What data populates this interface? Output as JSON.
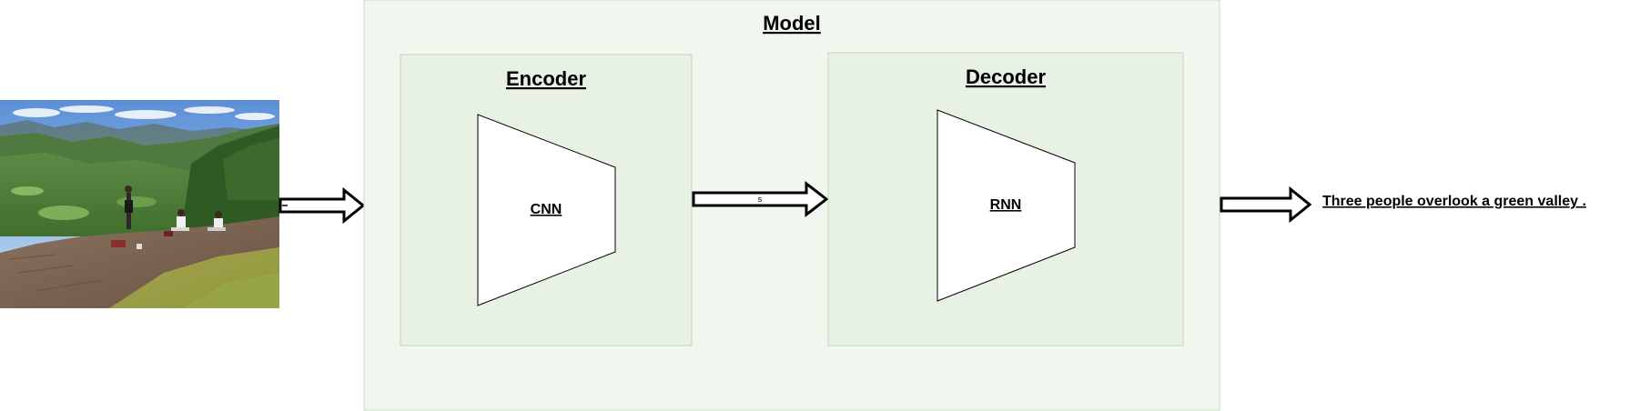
{
  "model": {
    "title": "Model",
    "fill": "#f1f7ef",
    "stroke": "#c8dcc0"
  },
  "encoder": {
    "title": "Encoder",
    "network_label": "CNN",
    "fill": "#e8f2e4",
    "stroke": "#c3d9b9"
  },
  "decoder": {
    "title": "Decoder",
    "network_label": "RNN",
    "fill": "#e8f2e4",
    "stroke": "#c3d9b9"
  },
  "arrows": {
    "encoder_to_decoder_label": "s"
  },
  "output": {
    "caption": "Three people overlook a green valley ."
  },
  "input_image": {
    "description_icon": "mountain-photo"
  }
}
